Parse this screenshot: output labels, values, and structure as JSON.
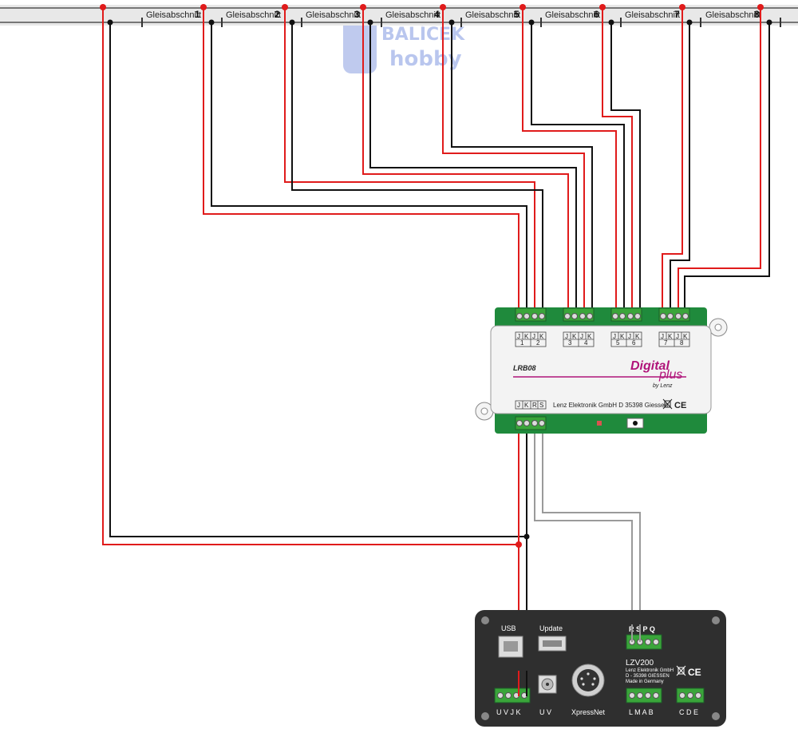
{
  "track": {
    "section_label": "Gleisabschnitt",
    "sections": [
      "1",
      "2",
      "3",
      "4",
      "5",
      "6",
      "7",
      "8"
    ]
  },
  "watermark": {
    "line1": "BALÍČEK",
    "line2": "hobby"
  },
  "lrb08": {
    "model": "LRB08",
    "brand_main": "Digital",
    "brand_plus": "plus",
    "brand_sub": "by Lenz",
    "manufacturer": "Lenz Elektronik GmbH   D 35398 Giessen",
    "marks": "CE",
    "top_groups": [
      {
        "labels": [
          "J",
          "K",
          "J",
          "K"
        ],
        "nums": [
          "1",
          "2"
        ]
      },
      {
        "labels": [
          "J",
          "K",
          "J",
          "K"
        ],
        "nums": [
          "3",
          "4"
        ]
      },
      {
        "labels": [
          "J",
          "K",
          "J",
          "K"
        ],
        "nums": [
          "5",
          "6"
        ]
      },
      {
        "labels": [
          "J",
          "K",
          "J",
          "K"
        ],
        "nums": [
          "7",
          "8"
        ]
      }
    ],
    "bottom_labels": [
      "J",
      "K",
      "R",
      "S"
    ]
  },
  "lzv200": {
    "usb": "USB",
    "update": "Update",
    "rspq": "R S P Q",
    "model": "LZV200",
    "info_lines": [
      "Lenz Elektronik GmbH",
      "D - 35398 GIESSEN",
      "Made in Germany"
    ],
    "marks": "CE",
    "xpressnet": "XpressNet",
    "bottom_left": "U V J K",
    "bottom_uv": "U V",
    "lmab": "L M A B",
    "cde": "C D E"
  },
  "colors": {
    "wire_red": "#e01b1b",
    "wire_black": "#111111",
    "wire_gray": "#9a9a9a",
    "board_green": "#1f8a3c",
    "terminal_green": "#3aa53a",
    "brand_magenta": "#b0147a",
    "lzv_body": "#2f2f2f"
  }
}
